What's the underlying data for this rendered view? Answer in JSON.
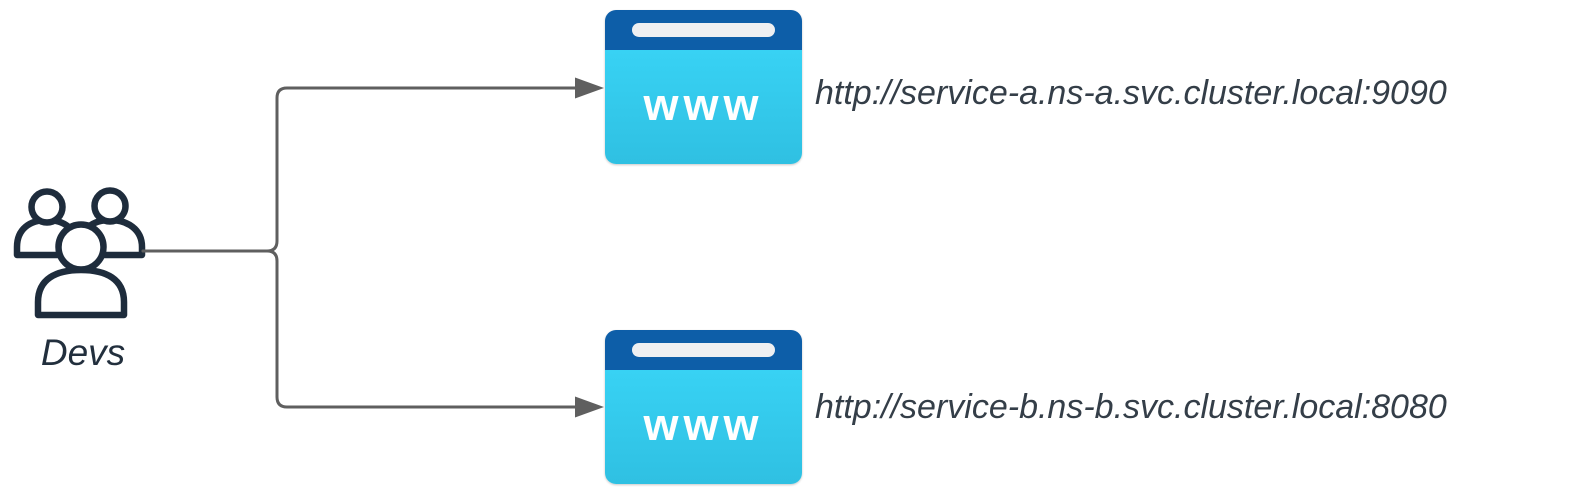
{
  "actor": {
    "label": "Devs"
  },
  "services": [
    {
      "name": "service-a",
      "www_label": "www",
      "url": "http://service-a.ns-a.svc.cluster.local:9090"
    },
    {
      "name": "service-b",
      "www_label": "www",
      "url": "http://service-b.ns-b.svc.cluster.local:8080"
    }
  ],
  "colors": {
    "background": "#ffffff",
    "connector": "#5f5f5f",
    "actor_stroke": "#1e2c3c",
    "label_text": "#222f3d",
    "url_text": "#343e48",
    "browser_header": "#0d5ea8",
    "browser_body_top": "#38d2f4",
    "browser_body_bottom": "#2fc0e2",
    "address_bar": "#eef0f2",
    "www_text": "#ffffff"
  }
}
